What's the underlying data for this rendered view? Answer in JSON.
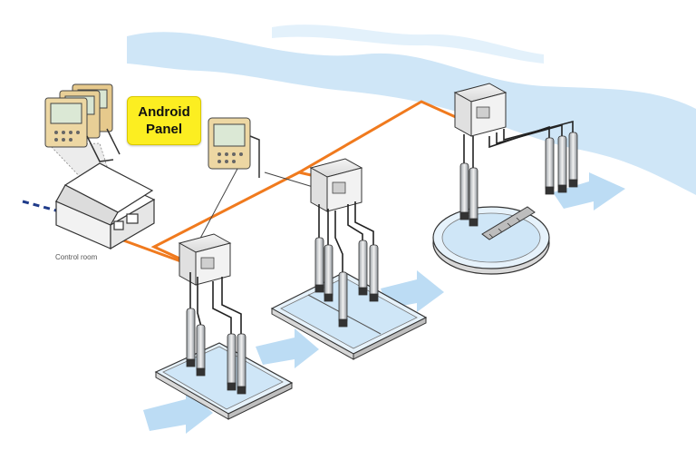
{
  "badge": {
    "line1": "Android",
    "line2": "Panel"
  },
  "control_room_label": "Control room",
  "colors": {
    "river": "#cfe6f7",
    "flow_arrow": "#bcdcf4",
    "cable": "#f07a1e",
    "badge": "#fcee21",
    "outline": "#333333"
  }
}
